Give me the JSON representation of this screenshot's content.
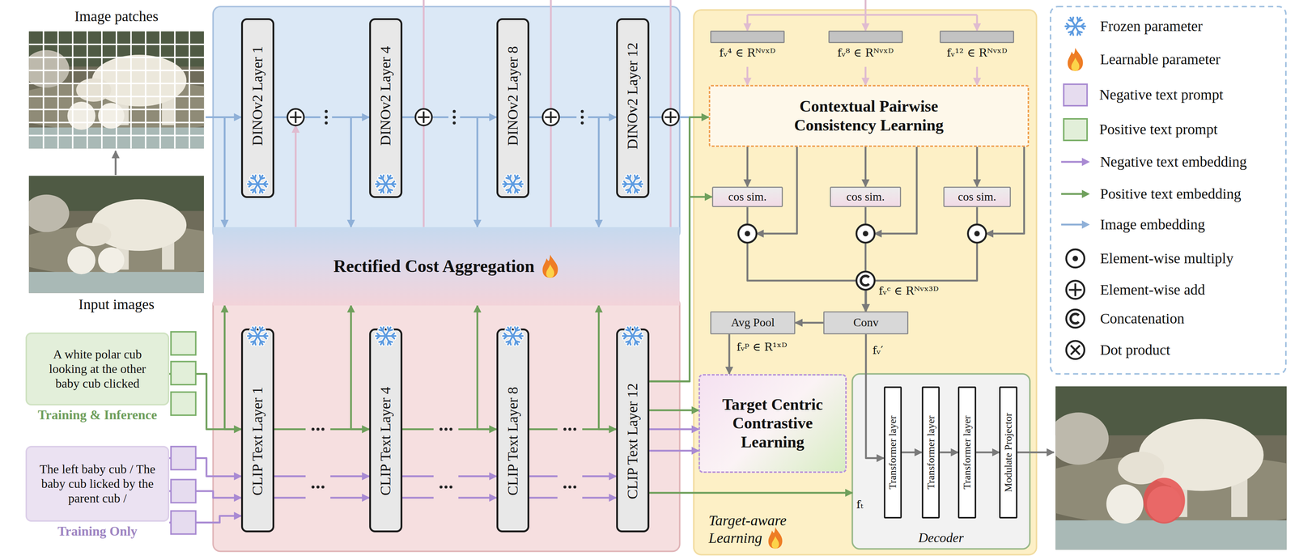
{
  "diagram": {
    "nodes": [
      {
        "text": [
          "DINOv2 Layer 1"
        ]
      },
      {
        "text": [
          "DINOv2 Layer 4"
        ]
      },
      {
        "text": [
          "DINOv2 Layer 8"
        ]
      },
      {
        "text": [
          "DINOv2 Layer 12"
        ]
      },
      {
        "text": [
          "Rectified Cost Aggregation"
        ]
      },
      {
        "text": [
          "CLIP Text Layer 1"
        ]
      },
      {
        "text": [
          "CLIP Text Layer 4"
        ]
      },
      {
        "text": [
          "CLIP Text Layer 8"
        ]
      },
      {
        "text": [
          "CLIP Text Layer 12"
        ]
      },
      {
        "text": [
          "A white polar cub looking at the other baby cub clicked",
          "Training & Inference"
        ]
      },
      {
        "text": [
          "The left baby cub / The baby cub licked by the parent cub /",
          "Training Only"
        ]
      },
      {
        "text": [
          "Target-aware Learning"
        ]
      },
      {
        "text": [
          "fᵥ⁴ ∈ Rᴺᵛˣᴰ"
        ],
        "in": 11
      },
      {
        "text": [
          "fᵥ⁸ ∈ Rᴺᵛˣᴰ"
        ],
        "in": 11
      },
      {
        "text": [
          "fᵥ¹² ∈ Rᴺᵛˣᴰ"
        ],
        "in": 11
      },
      {
        "text": [
          "Contextual Pairwise Consistency Learning"
        ],
        "in": 11
      },
      {
        "text": [
          "cos sim."
        ],
        "in": 11
      },
      {
        "text": [
          "cos sim."
        ],
        "in": 11
      },
      {
        "text": [
          "cos sim."
        ],
        "in": 11
      },
      {
        "text": [
          "Conv"
        ],
        "in": 11
      },
      {
        "text": [
          "Avg Pool"
        ],
        "in": 11
      },
      {
        "text": [
          "Target Centric Contrastive Learning"
        ],
        "in": 11
      },
      {
        "text": [
          "Decoder"
        ],
        "in": 11
      },
      {
        "text": [
          "Transformer layer"
        ],
        "in": 22
      },
      {
        "text": [
          "Transformer layer"
        ],
        "in": 22
      },
      {
        "text": [
          "Transformer layer"
        ],
        "in": 22
      },
      {
        "text": [
          "Modulate Projector"
        ],
        "in": 22
      }
    ],
    "edges": [
      {
        "from": 0,
        "to": 1,
        "arrow": "to"
      },
      {
        "from": 1,
        "to": 2,
        "arrow": "to"
      },
      {
        "from": 2,
        "to": 3,
        "arrow": "to"
      },
      {
        "from": 0,
        "to": 4,
        "arrow": "to"
      },
      {
        "from": 1,
        "to": 4,
        "arrow": "to"
      },
      {
        "from": 2,
        "to": 4,
        "arrow": "to"
      },
      {
        "from": 3,
        "to": 4,
        "arrow": "to"
      },
      {
        "from": 3,
        "to": 15,
        "arrow": "to"
      },
      {
        "from": 5,
        "to": 6,
        "arrow": "to"
      },
      {
        "from": 6,
        "to": 7,
        "arrow": "to"
      },
      {
        "from": 7,
        "to": 8,
        "arrow": "to"
      },
      {
        "from": 5,
        "to": 6,
        "arrow": "to"
      },
      {
        "from": 5,
        "to": 6,
        "arrow": "to"
      },
      {
        "from": 6,
        "to": 7,
        "arrow": "to"
      },
      {
        "from": 6,
        "to": 7,
        "arrow": "to"
      },
      {
        "from": 7,
        "to": 8,
        "arrow": "to"
      },
      {
        "from": 7,
        "to": 8,
        "arrow": "to"
      },
      {
        "from": 5,
        "to": 4,
        "arrow": "to"
      },
      {
        "from": 6,
        "to": 4,
        "arrow": "to"
      },
      {
        "from": 7,
        "to": 4,
        "arrow": "to"
      },
      {
        "from": 8,
        "to": 4,
        "arrow": "to"
      },
      {
        "from": 9,
        "to": 5,
        "arrow": "to"
      },
      {
        "from": 10,
        "to": 5,
        "arrow": "to"
      },
      {
        "from": 10,
        "to": 5,
        "arrow": "to"
      },
      {
        "from": 10,
        "to": 5,
        "arrow": "to"
      },
      {
        "from": 8,
        "to": 15,
        "arrow": "to"
      },
      {
        "from": 8,
        "to": 16,
        "arrow": "to"
      },
      {
        "from": 8,
        "to": 21,
        "arrow": "to"
      },
      {
        "from": 8,
        "to": 21,
        "arrow": "to"
      },
      {
        "from": 8,
        "to": 21,
        "arrow": "to"
      },
      {
        "from": 8,
        "to": 22,
        "arrow": "to",
        "label": "fₜ"
      },
      {
        "from": 12,
        "to": 15,
        "arrow": "to"
      },
      {
        "from": 13,
        "to": 15,
        "arrow": "to"
      },
      {
        "from": 14,
        "to": 15,
        "arrow": "to"
      },
      {
        "from": 15,
        "to": 16,
        "arrow": "to"
      },
      {
        "from": 15,
        "to": 17,
        "arrow": "to"
      },
      {
        "from": 15,
        "to": 18,
        "arrow": "to"
      },
      {
        "from": 16,
        "to": 19,
        "arrow": "to"
      },
      {
        "from": 17,
        "to": 19,
        "arrow": "to"
      },
      {
        "from": 18,
        "to": 19,
        "arrow": "to"
      },
      {
        "from": 19,
        "to": 20,
        "arrow": "to"
      },
      {
        "from": 19,
        "to": 23,
        "arrow": "to",
        "label": "fᵥ′"
      },
      {
        "from": 20,
        "to": 21,
        "arrow": "to",
        "label": "fᵥᵖ ∈ R¹ˣᴰ"
      },
      {
        "from": 23,
        "to": 24,
        "arrow": "to"
      },
      {
        "from": 24,
        "to": 25,
        "arrow": "to"
      },
      {
        "from": 25,
        "to": 26,
        "arrow": "to"
      }
    ],
    "labels": [
      "Image patches",
      "Input images",
      "fᵥᶜ ∈ Rᴺᵛˣ³ᴰ"
    ],
    "legend": [
      {
        "text": "Frozen parameter"
      },
      {
        "text": "Learnable parameter"
      },
      {
        "text": "Negative text prompt",
        "color": "#e6dcef"
      },
      {
        "text": "Positive text prompt",
        "color": "#e2efd9"
      },
      {
        "text": "Negative text embedding"
      },
      {
        "text": "Positive text embedding"
      },
      {
        "text": "Image embedding"
      },
      {
        "text": "Element-wise multiply"
      },
      {
        "text": "Element-wise add"
      },
      {
        "text": "Concatenation"
      },
      {
        "text": "Dot product"
      }
    ]
  }
}
